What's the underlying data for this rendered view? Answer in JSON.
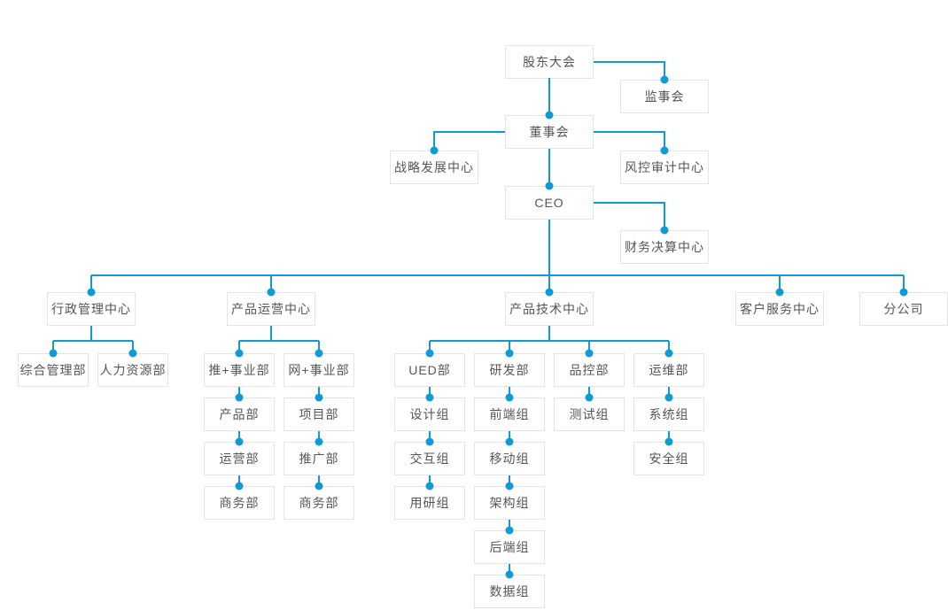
{
  "diagram": {
    "type": "org-chart",
    "hierarchy": {
      "shareholders_meeting": [
        "supervisory_board",
        "board_of_directors"
      ],
      "board_of_directors": [
        "strategy_center",
        "risk_audit_center",
        "ceo"
      ],
      "ceo": [
        "finance_center",
        "admin_center",
        "product_ops_center",
        "product_tech_center",
        "customer_service_center",
        "branch_company"
      ],
      "admin_center": [
        "general_mgmt_dept",
        "hr_dept"
      ],
      "product_ops_center": [
        "tui_plus_division",
        "wang_plus_division"
      ],
      "tui_plus_division": [
        "product_dept",
        "operations_dept",
        "business_dept_tui"
      ],
      "wang_plus_division": [
        "project_dept",
        "promotion_dept",
        "business_dept_wang"
      ],
      "product_tech_center": [
        "ued_dept",
        "rnd_dept",
        "qc_dept",
        "ops_dept"
      ],
      "ued_dept": [
        "design_group",
        "interaction_group",
        "user_research_group"
      ],
      "rnd_dept": [
        "frontend_group",
        "mobile_group",
        "architecture_group",
        "backend_group",
        "data_group"
      ],
      "qc_dept": [
        "testing_group"
      ],
      "ops_dept": [
        "system_group",
        "security_group"
      ]
    }
  },
  "colors": {
    "line": "#0f9ad6",
    "dot": "#0f9ad6",
    "border": "#e4e4e4",
    "text": "#555555",
    "background": "#ffffff",
    "node_background": "#ffffff"
  },
  "nodes": {
    "shareholders_meeting": {
      "label": "股东大会"
    },
    "supervisory_board": {
      "label": "监事会"
    },
    "board_of_directors": {
      "label": "董事会"
    },
    "strategy_center": {
      "label": "战略发展中心"
    },
    "risk_audit_center": {
      "label": "风控审计中心"
    },
    "ceo": {
      "label": "CEO"
    },
    "finance_center": {
      "label": "财务决算中心"
    },
    "admin_center": {
      "label": "行政管理中心"
    },
    "product_ops_center": {
      "label": "产品运营中心"
    },
    "product_tech_center": {
      "label": "产品技术中心"
    },
    "customer_service_center": {
      "label": "客户服务中心"
    },
    "branch_company": {
      "label": "分公司"
    },
    "general_mgmt_dept": {
      "label": "综合管理部"
    },
    "hr_dept": {
      "label": "人力资源部"
    },
    "tui_plus_division": {
      "label": "推+事业部"
    },
    "wang_plus_division": {
      "label": "网+事业部"
    },
    "ued_dept": {
      "label": "UED部"
    },
    "rnd_dept": {
      "label": "研发部"
    },
    "qc_dept": {
      "label": "品控部"
    },
    "ops_dept": {
      "label": "运维部"
    },
    "product_dept": {
      "label": "产品部"
    },
    "operations_dept": {
      "label": "运营部"
    },
    "business_dept_tui": {
      "label": "商务部"
    },
    "project_dept": {
      "label": "项目部"
    },
    "promotion_dept": {
      "label": "推广部"
    },
    "business_dept_wang": {
      "label": "商务部"
    },
    "design_group": {
      "label": "设计组"
    },
    "interaction_group": {
      "label": "交互组"
    },
    "user_research_group": {
      "label": "用研组"
    },
    "frontend_group": {
      "label": "前端组"
    },
    "mobile_group": {
      "label": "移动组"
    },
    "architecture_group": {
      "label": "架构组"
    },
    "backend_group": {
      "label": "后端组"
    },
    "data_group": {
      "label": "数据组"
    },
    "testing_group": {
      "label": "测试组"
    },
    "system_group": {
      "label": "系统组"
    },
    "security_group": {
      "label": "安全组"
    }
  }
}
